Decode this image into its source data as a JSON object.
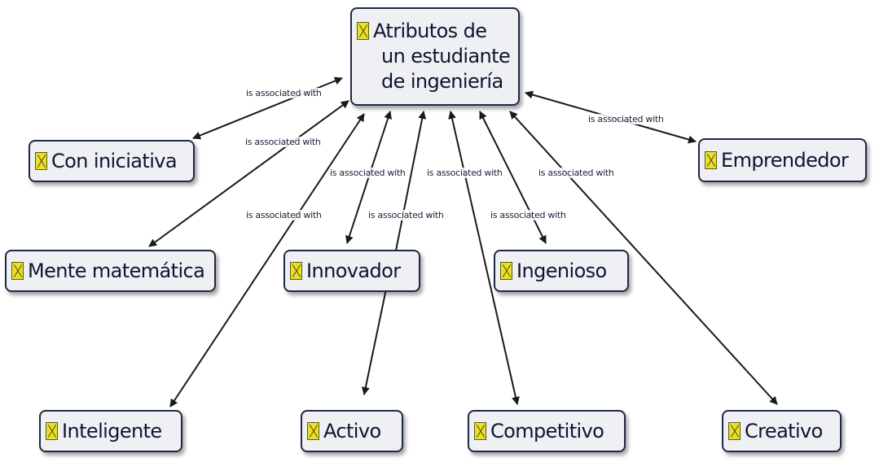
{
  "main_concept": {
    "lines": [
      "Atributos de",
      "un estudiante",
      "de ingeniería"
    ]
  },
  "concepts": [
    {
      "id": "con-iniciativa",
      "label": "Con iniciativa"
    },
    {
      "id": "emprendedor",
      "label": "Emprendedor"
    },
    {
      "id": "mente-matematica",
      "label": "Mente matemática"
    },
    {
      "id": "innovador",
      "label": "Innovador"
    },
    {
      "id": "ingenioso",
      "label": "Ingenioso"
    },
    {
      "id": "inteligente",
      "label": "Inteligente"
    },
    {
      "id": "activo",
      "label": "Activo"
    },
    {
      "id": "competitivo",
      "label": "Competitivo"
    },
    {
      "id": "creativo",
      "label": "Creativo"
    }
  ],
  "link_label": "is associated with",
  "colors": {
    "node_fill": "#eef0f4",
    "node_border": "#1e2a44",
    "edge": "#1a1a1a",
    "icon_fill": "#eadf2a"
  },
  "icon": "concept-resource-icon"
}
